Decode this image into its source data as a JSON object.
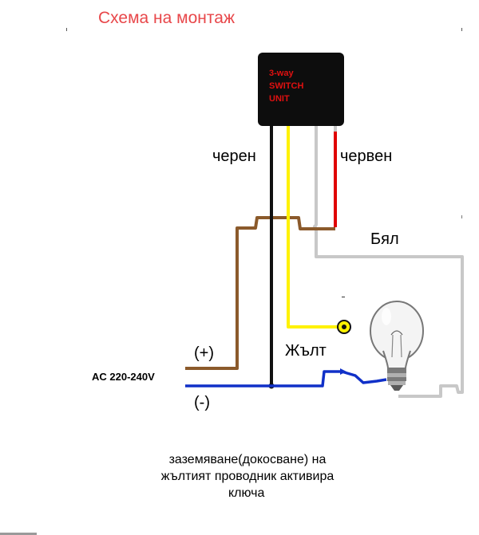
{
  "title": "Схема на монтаж",
  "switch_unit": {
    "line1": "3-way",
    "line2": "SWITCH",
    "line3": "UNIT"
  },
  "wires": {
    "black": "черен",
    "red": "червен",
    "white": "Бял",
    "yellow": "Жълт"
  },
  "power": {
    "label": "AC 220-240V",
    "plus": "(+)",
    "minus": "(-)"
  },
  "note": {
    "line1": "заземяване(докосване) на",
    "line2": "жълтият проводник активира",
    "line3": "ключа"
  },
  "colors": {
    "title": "#e8474a",
    "black_wire": "#111111",
    "yellow_wire": "#fff200",
    "red_wire": "#e00000",
    "white_wire": "#c8c8c8",
    "brown_wire": "#8b5a2b",
    "blue_wire": "#1030c8",
    "switch_box": "#0d0d0d",
    "switch_text": "#e01010"
  }
}
